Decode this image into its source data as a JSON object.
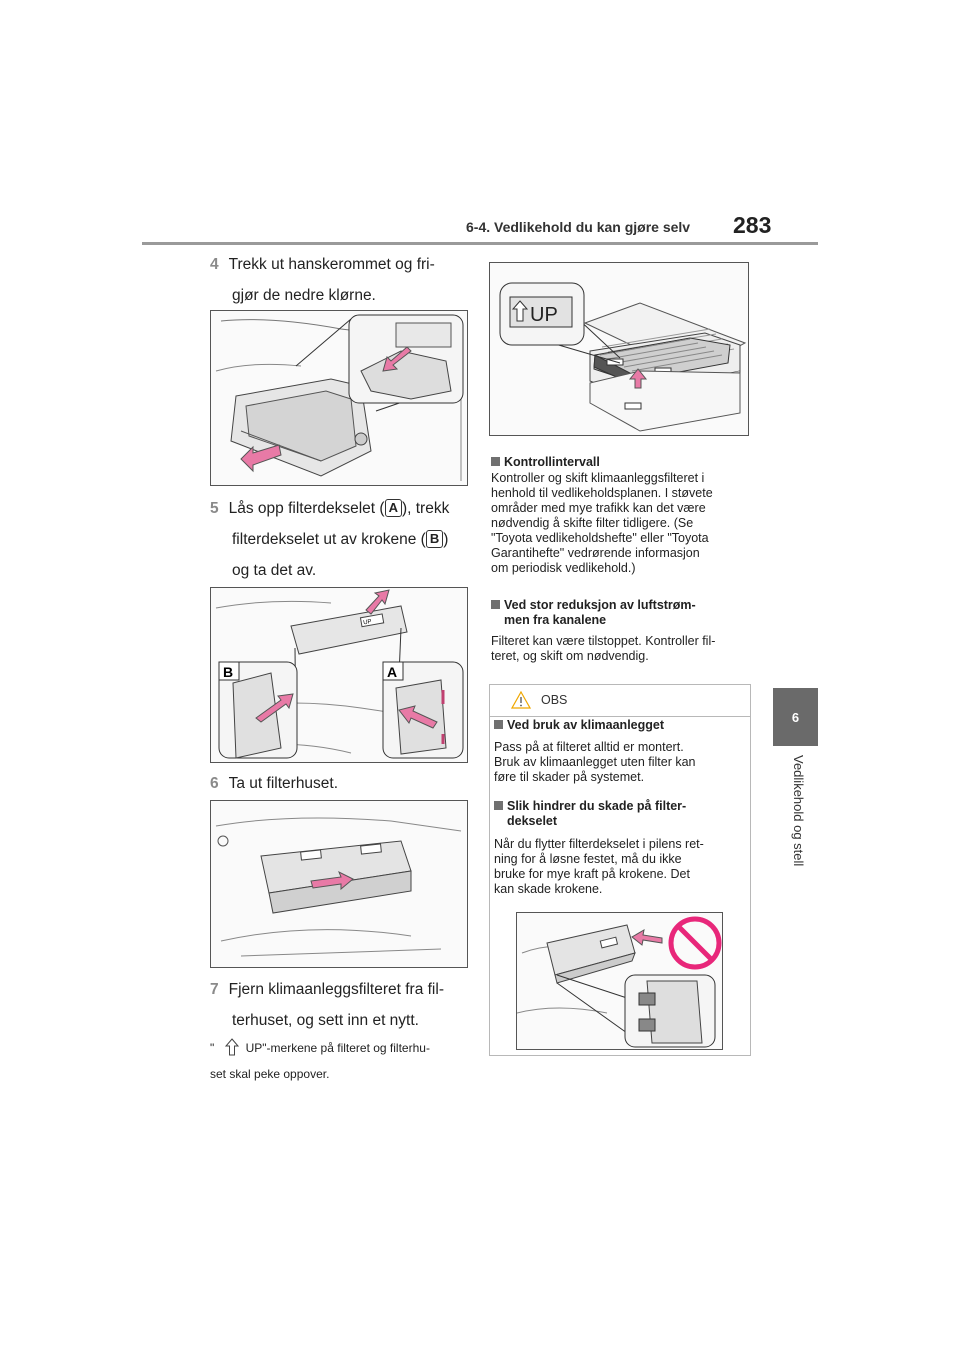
{
  "header": {
    "section_title": "6-4. Vedlikehold du kan gjøre selv",
    "page_number": "283"
  },
  "side_tab": {
    "chapter": "6",
    "label": "Vedlikehold og stell"
  },
  "steps": [
    {
      "num": "4",
      "line1": "Trekk ut hanskerommet og fri-",
      "line2": "gjør de nedre klørne."
    },
    {
      "num": "5",
      "line1a": "Lås opp filterdekselet (",
      "label_a": "A",
      "line1b": "), trekk",
      "line2a": "filterdekselet ut av krokene (",
      "label_b": "B",
      "line2b": ")",
      "line3": "og ta det av."
    },
    {
      "num": "6",
      "line1": "Ta ut filterhuset."
    },
    {
      "num": "7",
      "line1": "Fjern klimaanleggsfilteret fra fil-",
      "line2": "terhuset, og sett inn et nytt."
    }
  ],
  "up_note": {
    "prefix": "\"",
    "line1": "UP\"-merkene på filteret og filterhu-",
    "line2": "set skal peke oppover."
  },
  "figure_labels": {
    "up_mark": "UP",
    "label_a": "A",
    "label_b": "B"
  },
  "right_sections": [
    {
      "heading": "Kontrollintervall",
      "body": [
        "Kontroller og skift klimaanleggsfilteret i",
        "henhold til vedlikeholdsplanen. I støvete",
        "områder med mye trafikk kan det være",
        "nødvendig å skifte filter tidligere. (Se",
        "\"Toyota vedlikeholdshefte\" eller \"Toyota",
        "Garantihefte\" vedrørende informasjon",
        "om periodisk vedlikehold.)"
      ]
    },
    {
      "heading1": "Ved stor reduksjon av luftstrøm-",
      "heading2": "men fra kanalene",
      "body": [
        "Filteret kan være tilstoppet. Kontroller fil-",
        "teret, og skift om nødvendig."
      ]
    }
  ],
  "obs": {
    "title": "OBS",
    "sections": [
      {
        "heading": "Ved bruk av klimaanlegget",
        "body": [
          "Pass på at filteret alltid er montert.",
          "Bruk av klimaanlegget uten filter kan",
          "føre til skader på systemet."
        ]
      },
      {
        "heading1": "Slik hindrer du skade på filter-",
        "heading2": "dekselet",
        "body": [
          "Når du flytter filterdekselet i pilens ret-",
          "ning for å løsne festet, må du ikke",
          "bruke for mye kraft på krokene. Det",
          "kan skade krokene."
        ]
      }
    ]
  },
  "colors": {
    "accent_gray": "#707070",
    "arrow_pink": "#e87aa6",
    "prohibit_pink": "#e8277a"
  }
}
